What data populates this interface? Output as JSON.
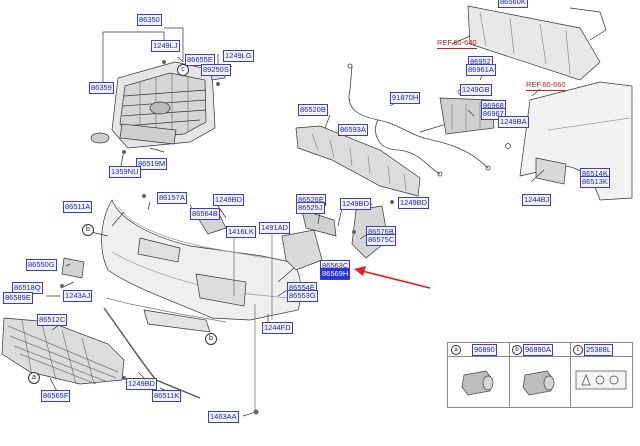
{
  "parts": {
    "p86350": "86350",
    "p1249LJ": "1249LJ",
    "p86359": "86359",
    "p86655E": "86655E",
    "p89250S": "89250S",
    "p1249LG": "1249LG",
    "p86519M": "86519M",
    "p1359NU": "1359NU",
    "p86520B": "86520B",
    "p86593A": "86593A",
    "p91870H": "91870H",
    "p86560K": "86560K",
    "p86952": "86952",
    "p86961A": "86961A",
    "p1249GB": "1249GB",
    "p86968": "86968",
    "p86967": "86967",
    "p1249BA": "1249BA",
    "p86514K": "86514K",
    "p86513K": "86513K",
    "p1244BJ": "1244BJ",
    "p86511A": "86511A",
    "p86157A": "86157A",
    "p1249BD_a": "1249BD",
    "p86564B": "86564B",
    "p1416LK": "1416LK",
    "p1491AD": "1491AD",
    "p86526E": "86526E",
    "p86525J": "86525J",
    "p1249BD_b": "1249BD",
    "p1249BD_c": "1249BD",
    "p86576B": "86576B",
    "p86575C": "86575C",
    "p86550G": "86550G",
    "p86518Q": "86518Q",
    "p86589E": "86589E",
    "p1243AJ": "1243AJ",
    "p86563C": "86563C",
    "p86569H": "86569H",
    "p86554E": "86554E",
    "p86553G": "86553G",
    "p1244FD": "1244FD",
    "p86512C": "86512C",
    "p86565F": "86565F",
    "p1249BD_d": "1249BD",
    "p86511K": "86511K",
    "p1463AA": "1463AA"
  },
  "refs": {
    "ref1": "REF.60-640",
    "ref2": "REF.60-660"
  },
  "callouts": {
    "c1": "c",
    "b1": "b",
    "b2": "b",
    "a1": "a"
  },
  "legend": {
    "a_letter": "a",
    "a_part": "96890",
    "b_letter": "b",
    "b_part": "96890A",
    "c_letter": "c",
    "c_part": "25388L"
  },
  "colors": {
    "part_label": "#2020c8",
    "highlight": "#2233dd",
    "reference": "#c02020",
    "arrow": "#e02020"
  }
}
